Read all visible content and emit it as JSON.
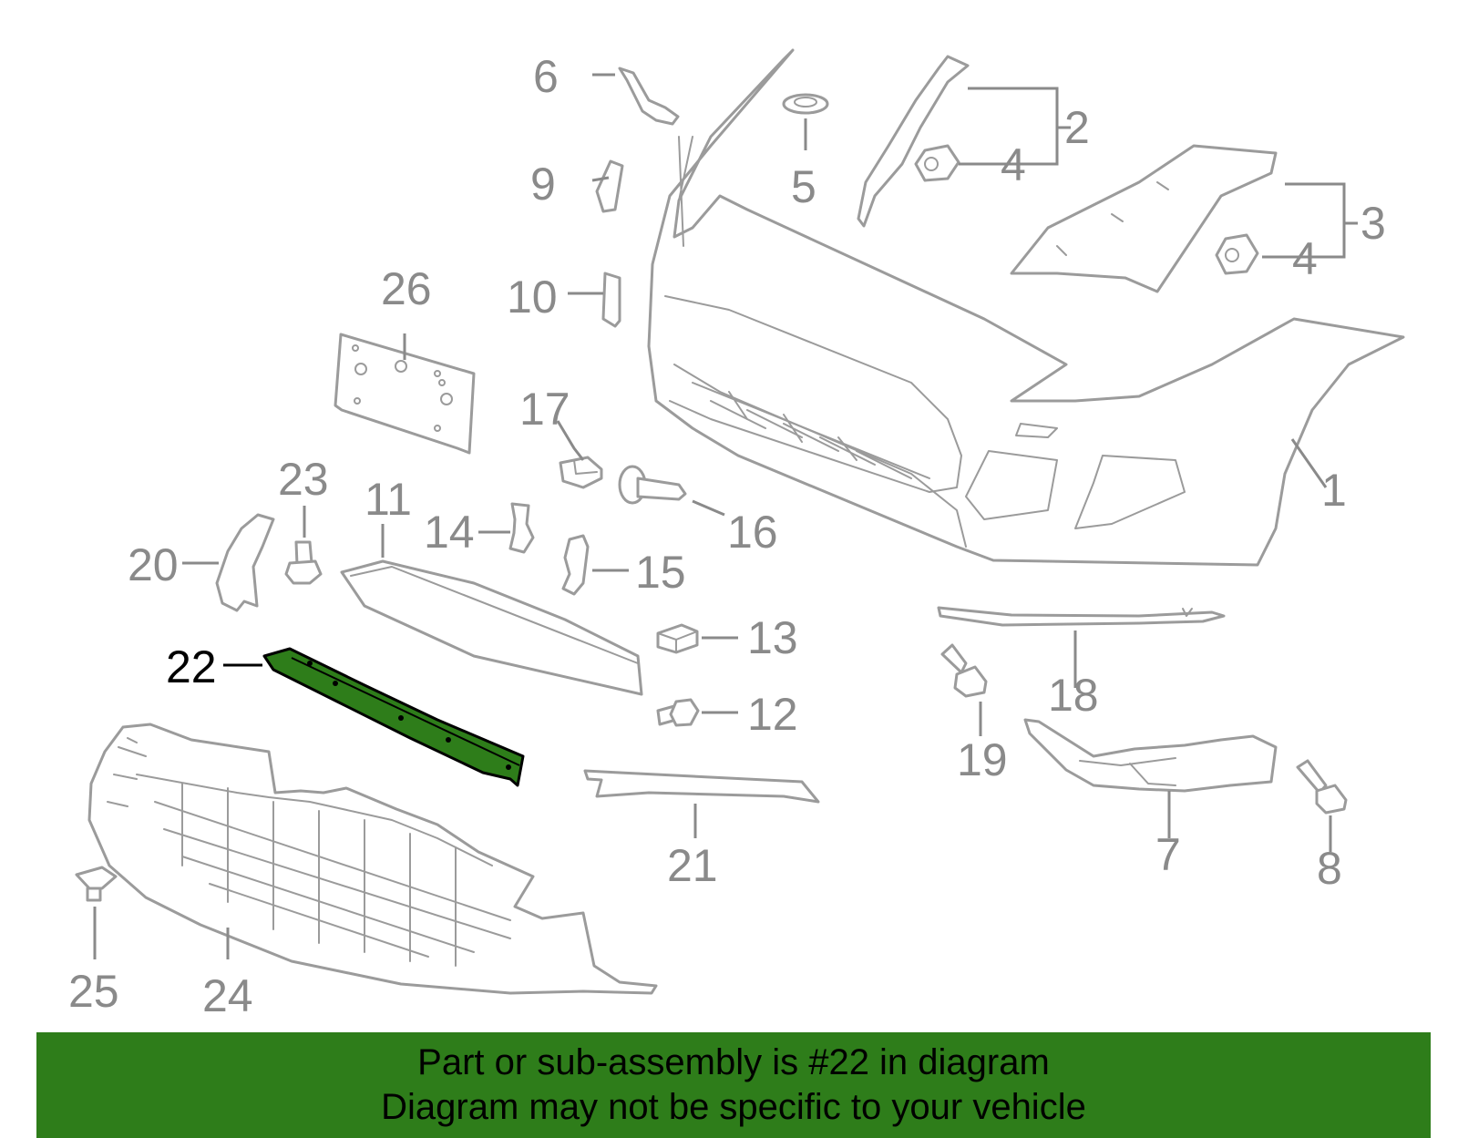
{
  "diagram": {
    "highlight_color": "#2e7d1a",
    "part_stroke_color": "#9b9b9b",
    "callouts": {
      "c1": "1",
      "c2": "2",
      "c3": "3",
      "c4a": "4",
      "c4b": "4",
      "c5": "5",
      "c6": "6",
      "c7": "7",
      "c8": "8",
      "c9": "9",
      "c10": "10",
      "c11": "11",
      "c12": "12",
      "c13": "13",
      "c14": "14",
      "c15": "15",
      "c16": "16",
      "c17": "17",
      "c18": "18",
      "c19": "19",
      "c20": "20",
      "c21": "21",
      "c22": "22",
      "c23": "23",
      "c24": "24",
      "c25": "25",
      "c26": "26"
    }
  },
  "banner": {
    "line1": "Part or sub-assembly is #22 in diagram",
    "line2": "Diagram may not be specific to your vehicle"
  }
}
